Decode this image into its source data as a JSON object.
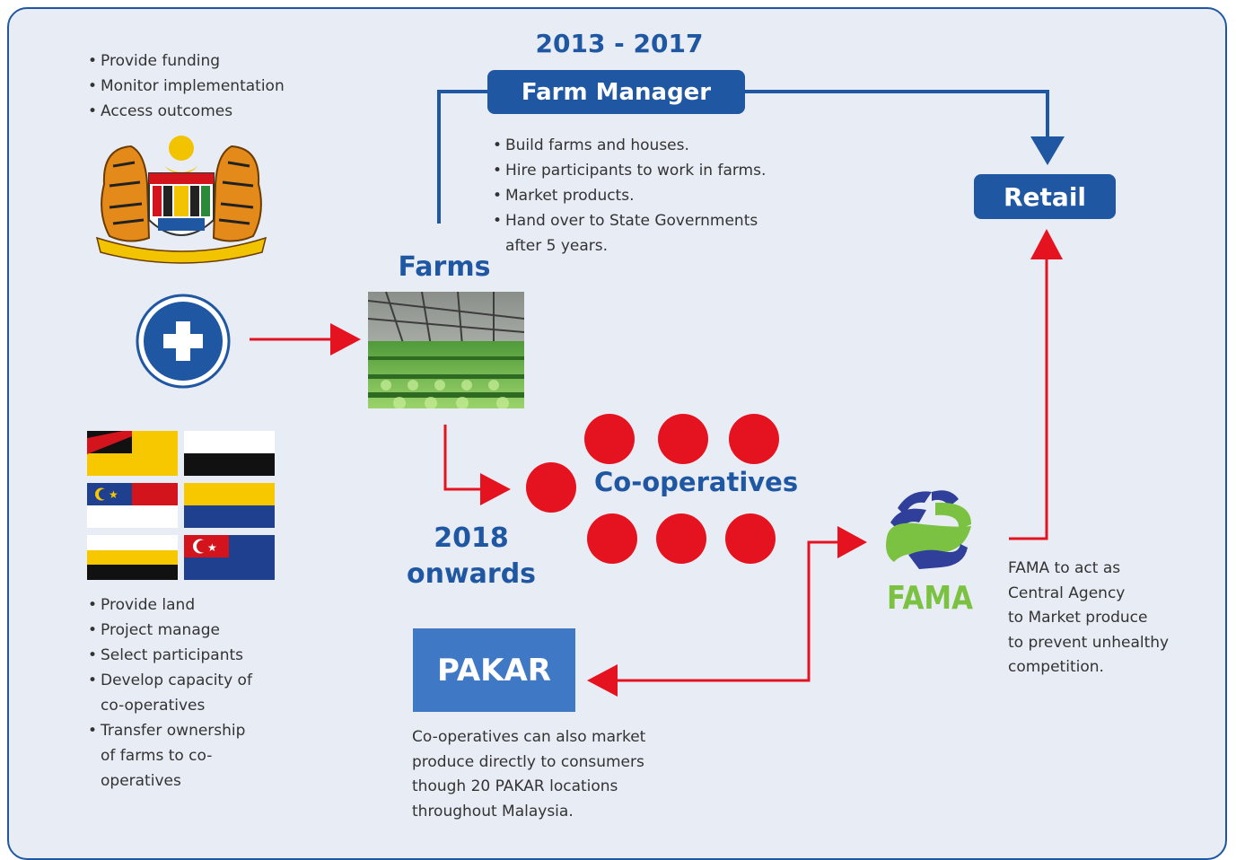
{
  "colors": {
    "blue": "#1f57a3",
    "red": "#e5131f",
    "green": "#7cc242",
    "text": "#333333",
    "background": "#e8edf5"
  },
  "government": {
    "roles": [
      "Provide funding",
      "Monitor implementation",
      "Access outcomes"
    ],
    "emblem_icon": "malaysia-coat-of-arms"
  },
  "ministry_icon": "plus-circle-icon",
  "farm_manager": {
    "period": "2013 - 2017",
    "label": "Farm Manager",
    "tasks": [
      "Build farms and houses.",
      "Hire participants to work in farms.",
      "Market products.",
      "Hand over to State Governments after 5 years."
    ]
  },
  "farms": {
    "label": "Farms",
    "image_icon": "greenhouse-photo"
  },
  "retail": {
    "label": "Retail"
  },
  "cooperatives": {
    "label": "Co-operatives",
    "period": [
      "2018",
      "onwards"
    ]
  },
  "states": {
    "roles": [
      "Provide land",
      "Project manage",
      "Select participants",
      "Develop capacity of co-operatives",
      "Transfer ownership of farms to co-operatives"
    ],
    "flag_icons": [
      "perlis-flag",
      "kedah-like-flag",
      "melaka-flag",
      "kuala-lumpur-flag",
      "pahang-flag",
      "johor-flag"
    ]
  },
  "fama": {
    "logo_text": "FAMA",
    "description": [
      "FAMA to act as",
      "Central Agency",
      "to Market produce",
      "to prevent unhealthy",
      "competition."
    ]
  },
  "pakar": {
    "label": "PAKAR",
    "description": [
      "Co-operatives can also market",
      "produce directly to consumers",
      "though 20 PAKAR locations",
      "throughout Malaysia."
    ]
  }
}
